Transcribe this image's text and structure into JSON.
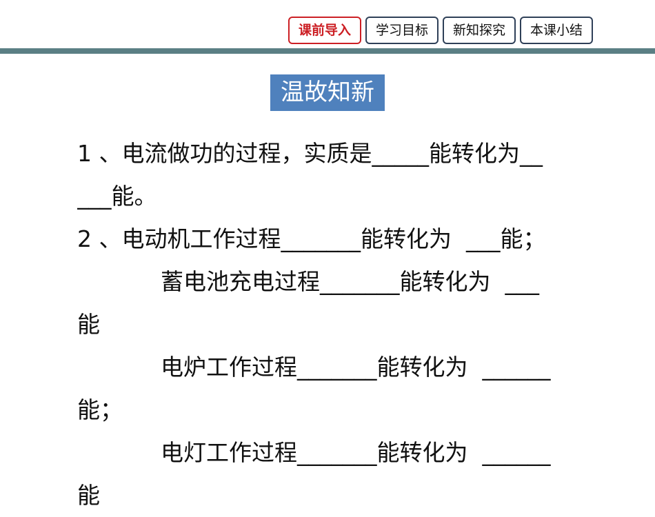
{
  "nav": {
    "tabs": [
      {
        "label": "课前导入",
        "active": true
      },
      {
        "label": "学习目标",
        "active": false
      },
      {
        "label": "新知探究",
        "active": false
      },
      {
        "label": "本课小结",
        "active": false
      }
    ],
    "active_color": "#cc1f24",
    "border_color": "#2e3f57"
  },
  "divider_color": "#5b7f84",
  "section": {
    "title": "温故知新",
    "bg_color": "#4f81bd"
  },
  "content": {
    "lines": [
      "1 、电流做功的过程，实质是_____能转化为__",
      "___能。",
      "2 、电动机工作过程_______能转化为  ___能；",
      "蓄电池充电过程_______能转化为  ___",
      "能",
      "电炉工作过程_______能转化为  ______",
      "能；",
      "电灯工作过程_______能转化为  ______",
      "能"
    ]
  }
}
